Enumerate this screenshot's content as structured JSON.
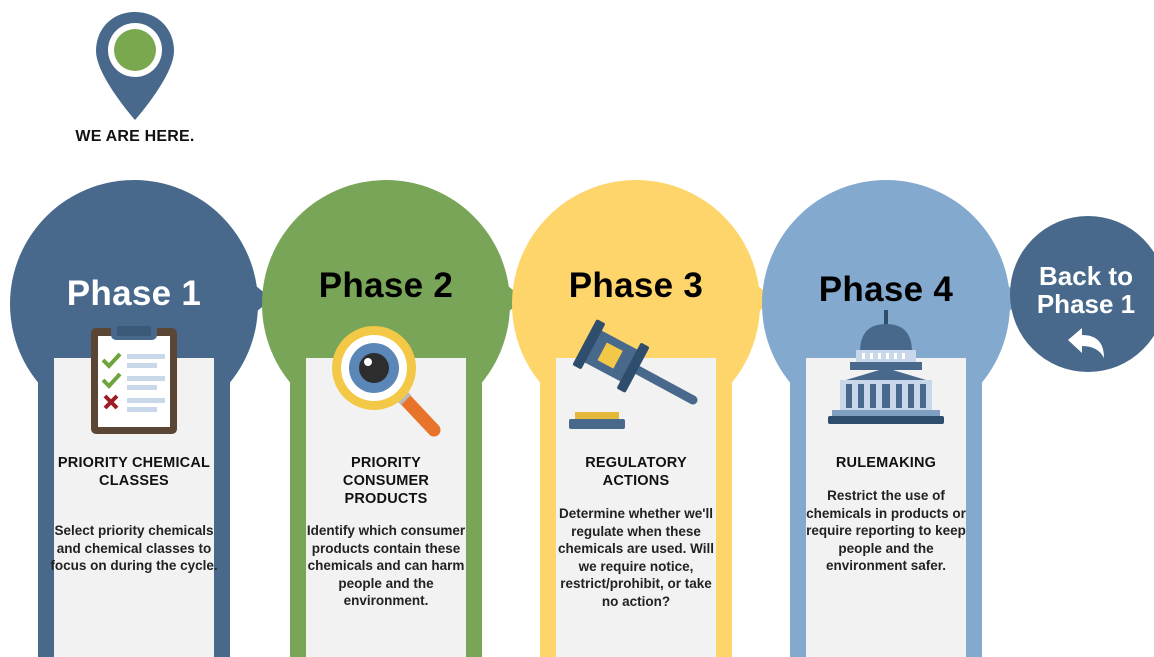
{
  "marker": {
    "label": "WE ARE HERE.",
    "icon": "map-pin-icon",
    "colors": {
      "pin": "#48698c",
      "ring": "#ffffff",
      "dot": "#7aa84f"
    }
  },
  "phases": [
    {
      "title": "Phase 1",
      "heading": "PRIORITY CHEMICAL CLASSES",
      "description": "Select priority chemicals and chemical classes to focus on during the cycle.",
      "icon": "clipboard-checklist-icon",
      "color": "#48698c"
    },
    {
      "title": "Phase 2",
      "heading": "PRIORITY CONSUMER PRODUCTS",
      "description": "Identify which consumer products contain these chemicals and can harm people and the environment.",
      "icon": "magnifying-glass-icon",
      "color": "#78a557"
    },
    {
      "title": "Phase 3",
      "heading": "REGULATORY ACTIONS",
      "description": "Determine whether we'll regulate when these chemicals are used. Will we require notice, restrict/prohibit, or take no action?",
      "icon": "gavel-icon",
      "color": "#fdd56b"
    },
    {
      "title": "Phase 4",
      "heading": "RULEMAKING",
      "description": "Restrict the use of chemicals in products or require reporting to keep people and the environment safer.",
      "icon": "capitol-building-icon",
      "color": "#83a9cf"
    }
  ],
  "back": {
    "label": "Back to Phase 1",
    "icon": "return-arrow-icon",
    "color": "#48698c"
  }
}
